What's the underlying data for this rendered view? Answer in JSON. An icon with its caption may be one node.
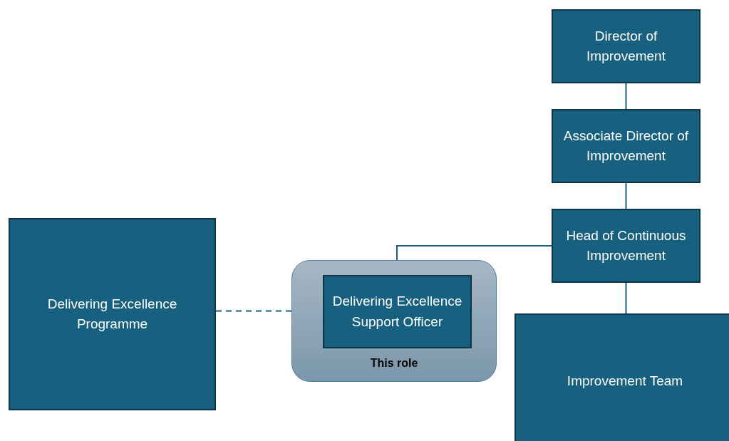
{
  "diagram": {
    "nodes": [
      {
        "text": [
          "Director of Improvement"
        ]
      },
      {
        "text": [
          "Associate Director of Improvement"
        ]
      },
      {
        "text": [
          "Head of Continuous Improvement"
        ]
      },
      {
        "text": [
          "Improvement Team"
        ]
      },
      {
        "text": [
          "Delivering Excellence Programme"
        ]
      },
      {
        "text": [
          "This role"
        ]
      },
      {
        "text": [
          "Delivering Excellence Support Officer"
        ],
        "in": 5
      }
    ],
    "edges": [
      {
        "from": 0,
        "to": 1,
        "arrow": "none"
      },
      {
        "from": 1,
        "to": 2,
        "arrow": "none"
      },
      {
        "from": 2,
        "to": 6,
        "arrow": "none"
      },
      {
        "from": 2,
        "to": 3,
        "arrow": "none"
      },
      {
        "from": 4,
        "to": 6,
        "arrow": "none",
        "style": "dashed"
      }
    ]
  }
}
